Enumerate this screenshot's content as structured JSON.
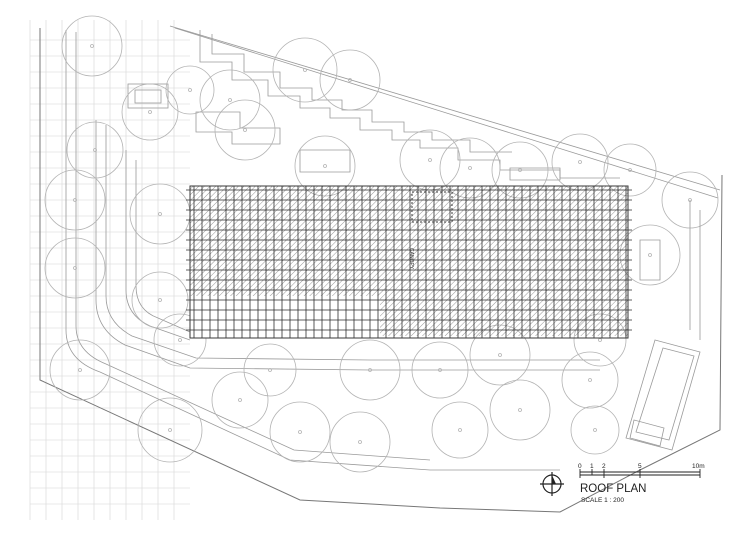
{
  "drawing": {
    "title": "ROOF PLAN",
    "scale": "SCALE 1 : 200",
    "scalebar_labels": [
      "0",
      "1",
      "2",
      "5",
      "10m"
    ],
    "roof_label": "CANOPY"
  },
  "colors": {
    "line_dark": "#3a3a3a",
    "line_light": "#9a9a9a",
    "background": "#ffffff"
  }
}
